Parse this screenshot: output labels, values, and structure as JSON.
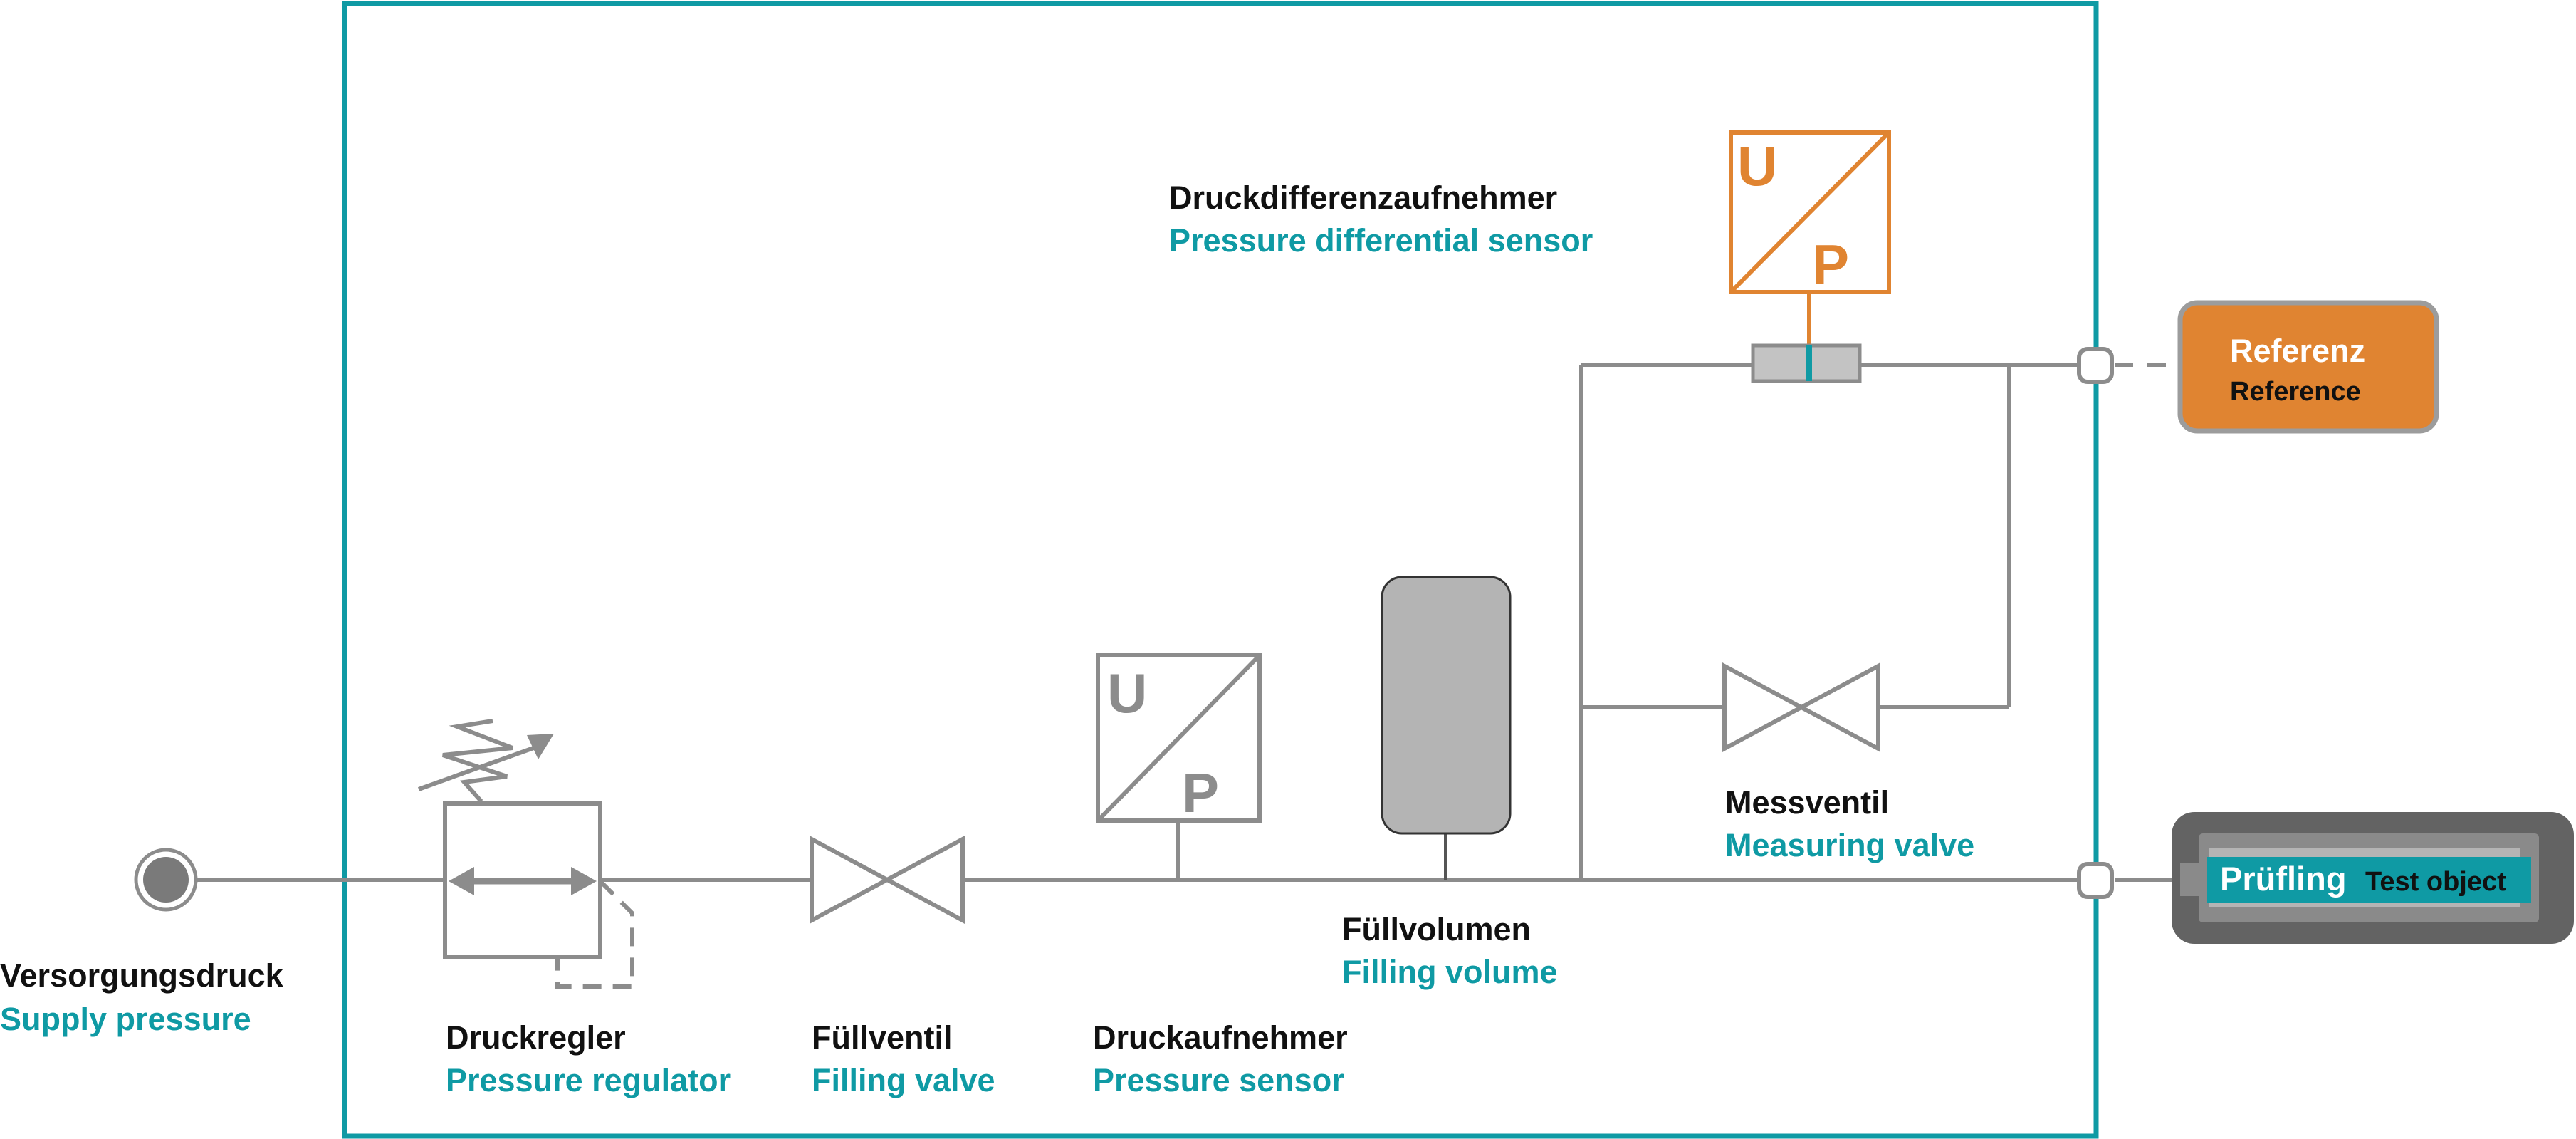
{
  "labels": {
    "supply": {
      "de": "Versorgungsdruck",
      "en": "Supply pressure"
    },
    "regulator": {
      "de": "Druckregler",
      "en": "Pressure regulator"
    },
    "fill_valve": {
      "de": "Füllventil",
      "en": "Filling valve"
    },
    "p_sensor": {
      "de": "Druckaufnehmer",
      "en": "Pressure sensor"
    },
    "fill_volume": {
      "de": "Füllvolumen",
      "en": "Filling volume"
    },
    "meas_valve": {
      "de": "Messventil",
      "en": "Measuring valve"
    },
    "diff_sensor": {
      "de": "Druckdifferenzaufnehmer",
      "en": "Pressure differential sensor"
    },
    "reference": {
      "de": "Referenz",
      "en": "Reference"
    },
    "test_object": {
      "de": "Prüfling",
      "en": "Test object"
    }
  },
  "transducer_glyphs": {
    "top": "U",
    "bottom": "P"
  },
  "colors": {
    "teal": "#0f9aa4",
    "orange": "#e08431",
    "pipe_gray": "#8c8c8c",
    "component_gray": "#b4b4b4",
    "test_object_dark": "#636363",
    "test_object_mid": "#8a8a8a"
  }
}
